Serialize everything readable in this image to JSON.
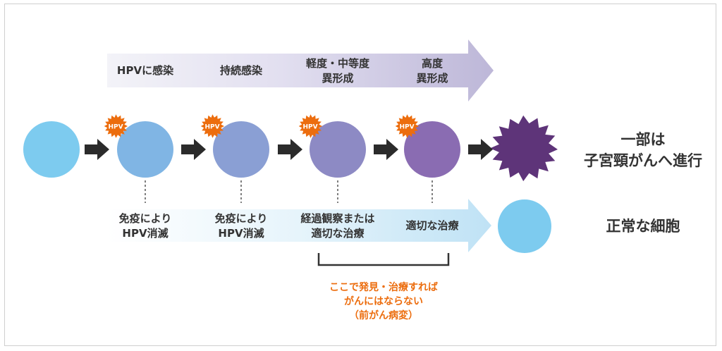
{
  "stages": [
    {
      "line1": "HPVに感染",
      "line2": ""
    },
    {
      "line1": "持続感染",
      "line2": ""
    },
    {
      "line1": "軽度・中等度",
      "line2": "異形成"
    },
    {
      "line1": "高度",
      "line2": "異形成"
    }
  ],
  "badge": "HPV",
  "outcomes": {
    "cancer": {
      "line1": "一部は",
      "line2": "子宮頸がんへ進行"
    },
    "normal": "正常な細胞"
  },
  "bottom_labels": [
    {
      "line1": "免疫により",
      "line2": "HPV消滅"
    },
    {
      "line1": "免疫により",
      "line2": "HPV消滅"
    },
    {
      "line1": "経過観察または",
      "line2": "適切な治療"
    },
    {
      "line1": "適切な治療",
      "line2": ""
    }
  ],
  "bracket_note": {
    "line1": "ここで発見・治療すれば",
    "line2": "がんにはならない",
    "line3": "（前がん病変）"
  },
  "colors": {
    "normal_cell": "#7dcbef",
    "cancer_cell": "#5e3479",
    "badge": "#ec6d0e",
    "note": "#ec6d0e"
  }
}
